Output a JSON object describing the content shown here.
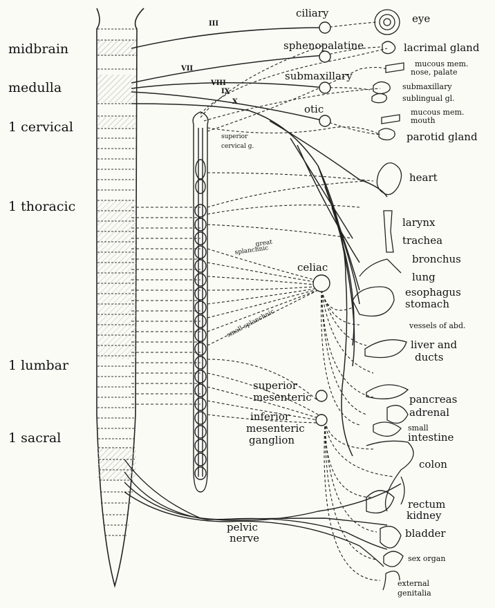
{
  "levels": {
    "midbrain": "midbrain",
    "medulla": "medulla",
    "cervical": "1 cervical",
    "thoracic": "1 thoracic",
    "lumbar": "1 lumbar",
    "sacral": "1 sacral"
  },
  "cranial_nerves": {
    "n3": "III",
    "n7": "VII",
    "n9": "IX",
    "n10": "X",
    "n11": "VIII"
  },
  "ganglia": {
    "ciliary": "ciliary",
    "sphenopalatine": "sphenopalatine",
    "submaxillary": "submaxillary",
    "otic": "otic",
    "superior_cervical_1": "superior",
    "superior_cervical_2": "cervical g.",
    "great_splanchnic_1": "great",
    "great_splanchnic_2": "splanchnic",
    "small_splanchnic": "small splanchnic",
    "celiac": "celiac",
    "sup_mes_1": "superior",
    "sup_mes_2": "mesenteric",
    "inf_mes_1": "inferior",
    "inf_mes_2": "mesenteric",
    "inf_mes_3": "ganglion",
    "pelvic_1": "pelvic",
    "pelvic_2": "nerve"
  },
  "organs": {
    "eye": "eye",
    "lacrimal": "lacrimal gland",
    "mucous_nose_1": "mucous mem.",
    "mucous_nose_2": "nose, palate",
    "submaxillary": "submaxillary",
    "sublingual": "sublingual gl.",
    "mucous_mouth_1": "mucous mem.",
    "mucous_mouth_2": "mouth",
    "parotid": "parotid gland",
    "heart": "heart",
    "larynx": "larynx",
    "trachea": "trachea",
    "bronchus": "bronchus",
    "lung": "lung",
    "esophagus": "esophagus",
    "stomach": "stomach",
    "vessels": "vessels of abd.",
    "liver_1": "liver and",
    "liver_2": "ducts",
    "pancreas": "pancreas",
    "adrenal": "adrenal",
    "small_int_1": "small",
    "small_int_2": "intestine",
    "colon": "colon",
    "rectum": "rectum",
    "kidney": "kidney",
    "bladder": "bladder",
    "sex_organ": "sex organ",
    "ext_gen_1": "external",
    "ext_gen_2": "genitalia"
  }
}
